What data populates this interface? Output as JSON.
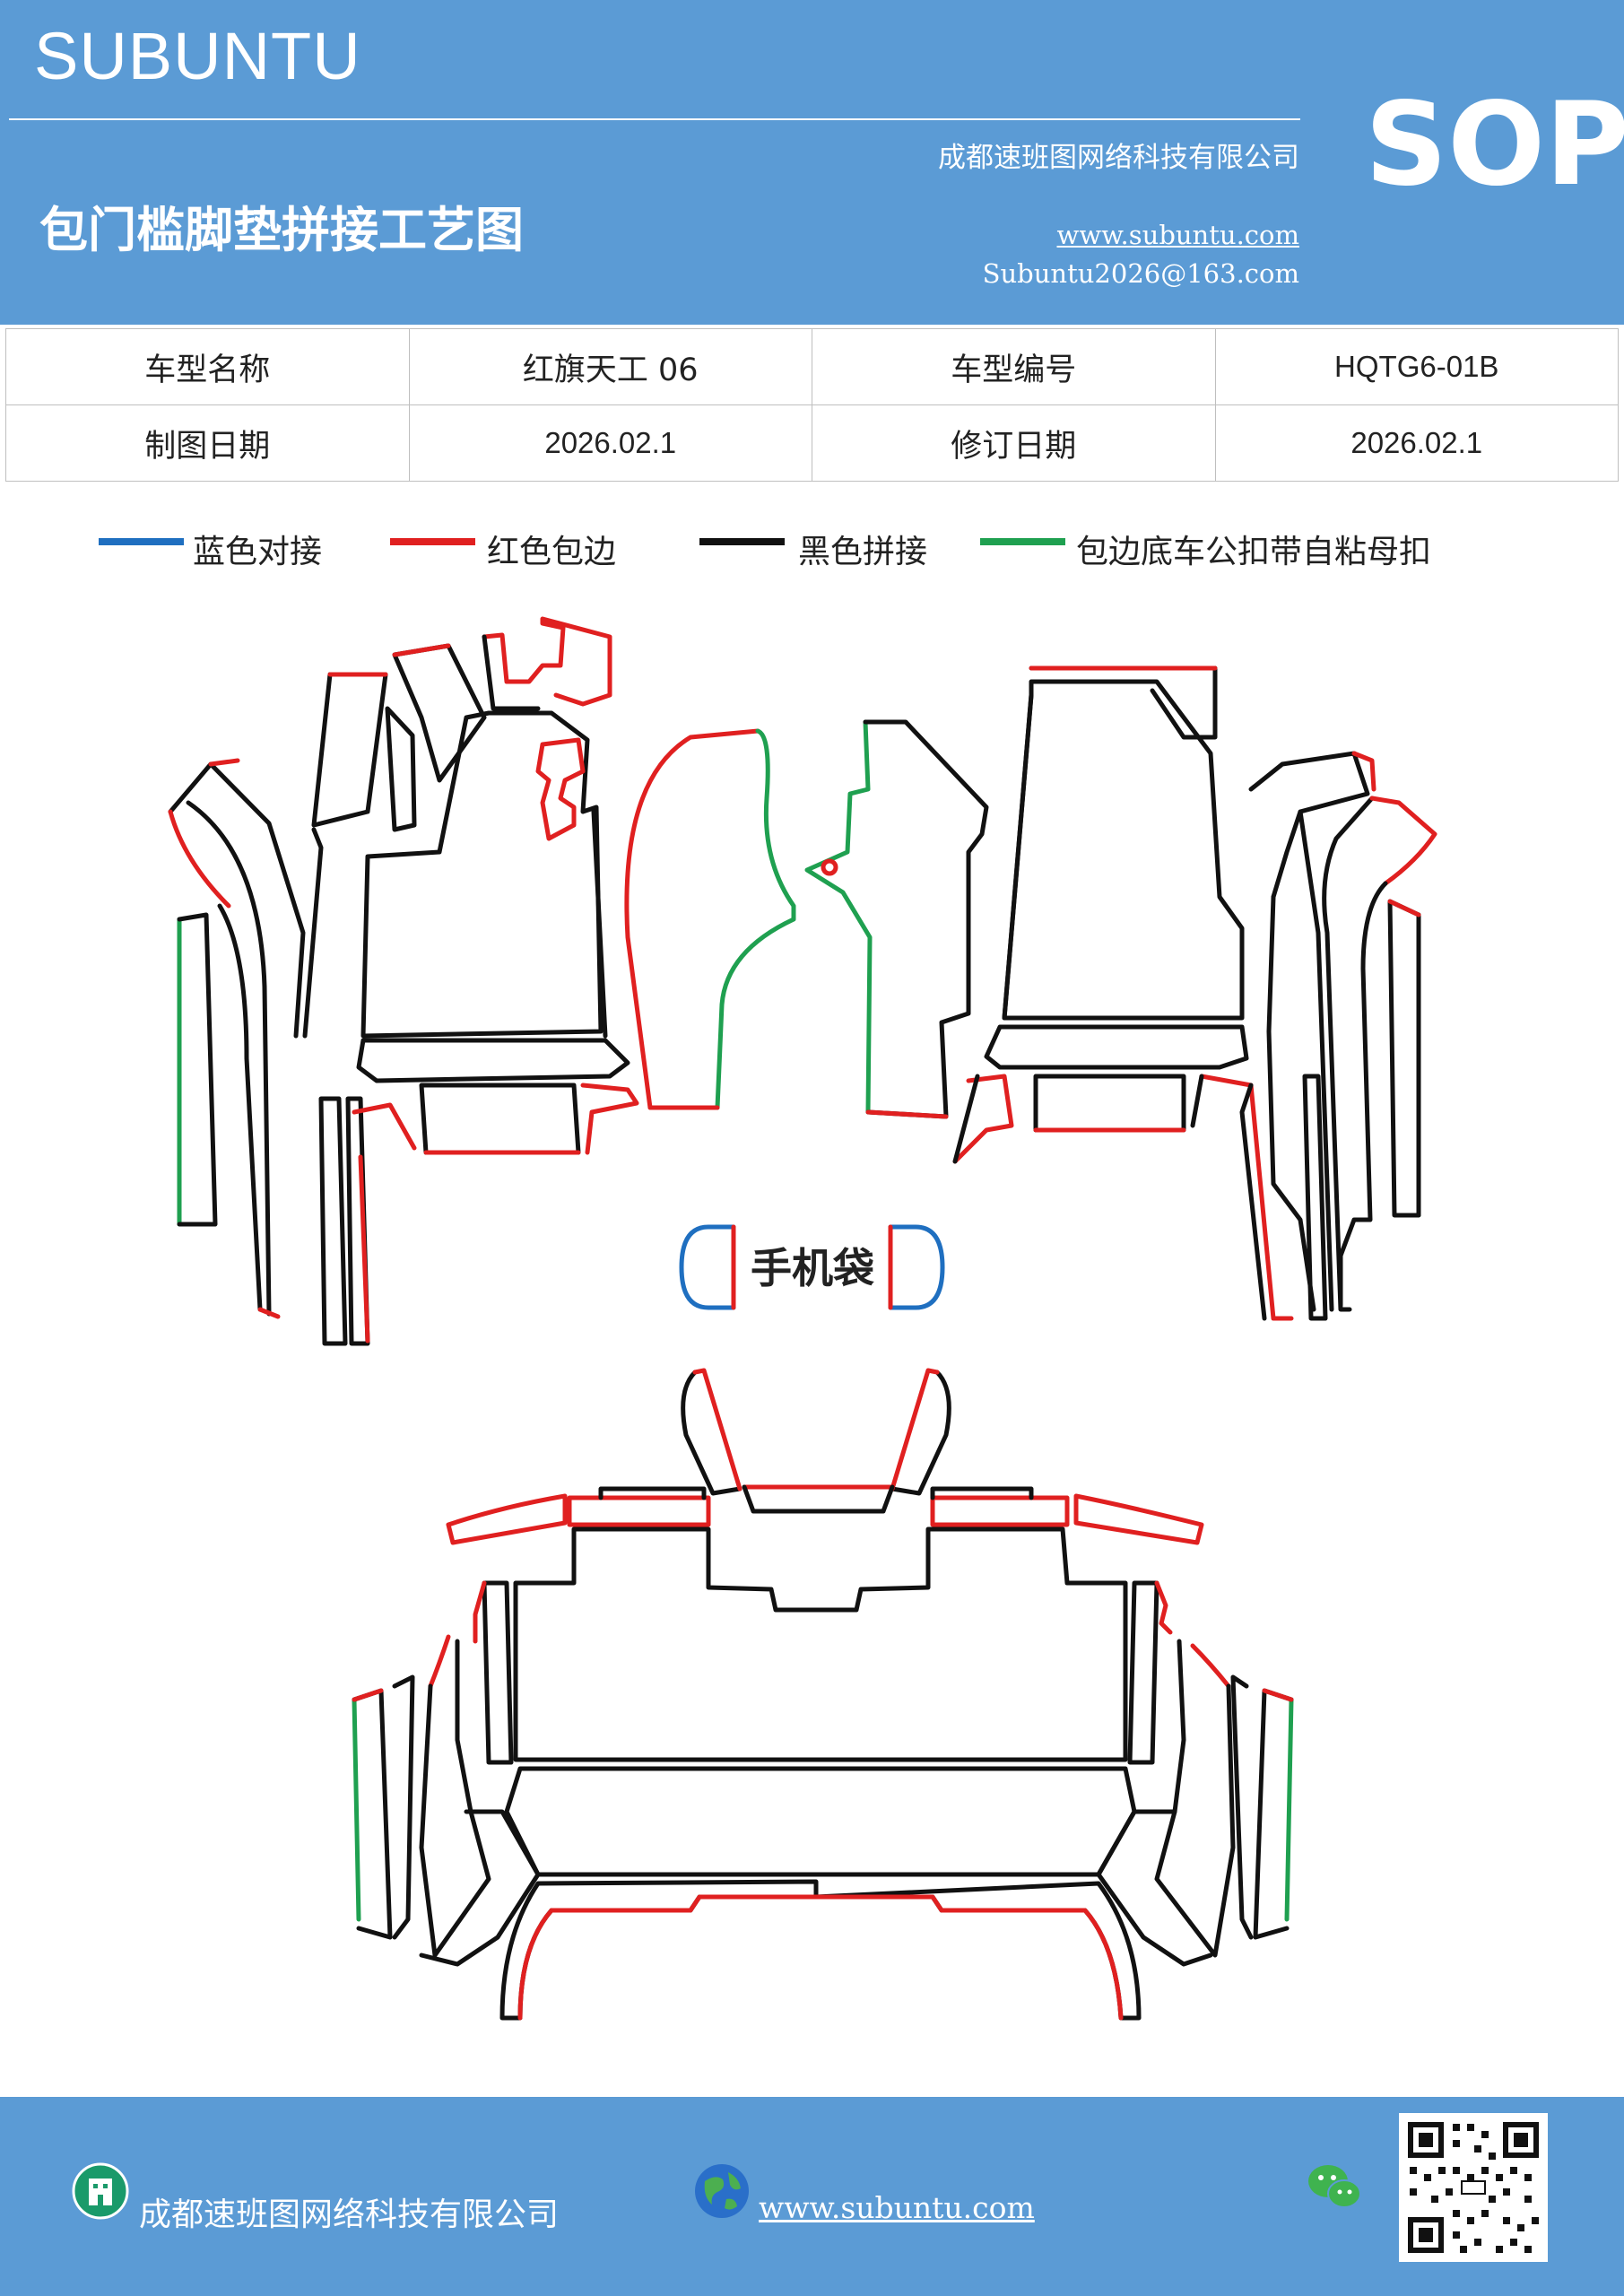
{
  "header": {
    "brand": "SUBUNTU",
    "title": "包门槛脚垫拼接工艺图",
    "company": "成都速班图网络科技有限公司",
    "website": "www.subuntu.com",
    "email": "Subuntu2026@163.com",
    "badge": "SOP"
  },
  "info_table": {
    "model_name_label": "车型名称",
    "model_name_value": "红旗天工 06",
    "model_code_label": "车型编号",
    "model_code_value": "HQTG6-01B",
    "draw_date_label": "制图日期",
    "draw_date_value": "2026.02.1",
    "revise_date_label": "修订日期",
    "revise_date_value": "2026.02.1"
  },
  "legend": [
    {
      "label": "蓝色对接",
      "color": "#1f6fc0"
    },
    {
      "label": "红色包边",
      "color": "#e02020"
    },
    {
      "label": "黑色拼接",
      "color": "#111111"
    },
    {
      "label": "包边底车公扣带自粘母扣",
      "color": "#1fa050"
    }
  ],
  "diagram": {
    "phone_bag_label": "手机袋"
  },
  "footer": {
    "company": "成都速班图网络科技有限公司",
    "website": "www.subuntu.com",
    "company_icon": "building-icon",
    "website_icon": "globe-icon",
    "wechat_icon": "wechat-icon",
    "qr_icon": "qr-code-icon"
  }
}
